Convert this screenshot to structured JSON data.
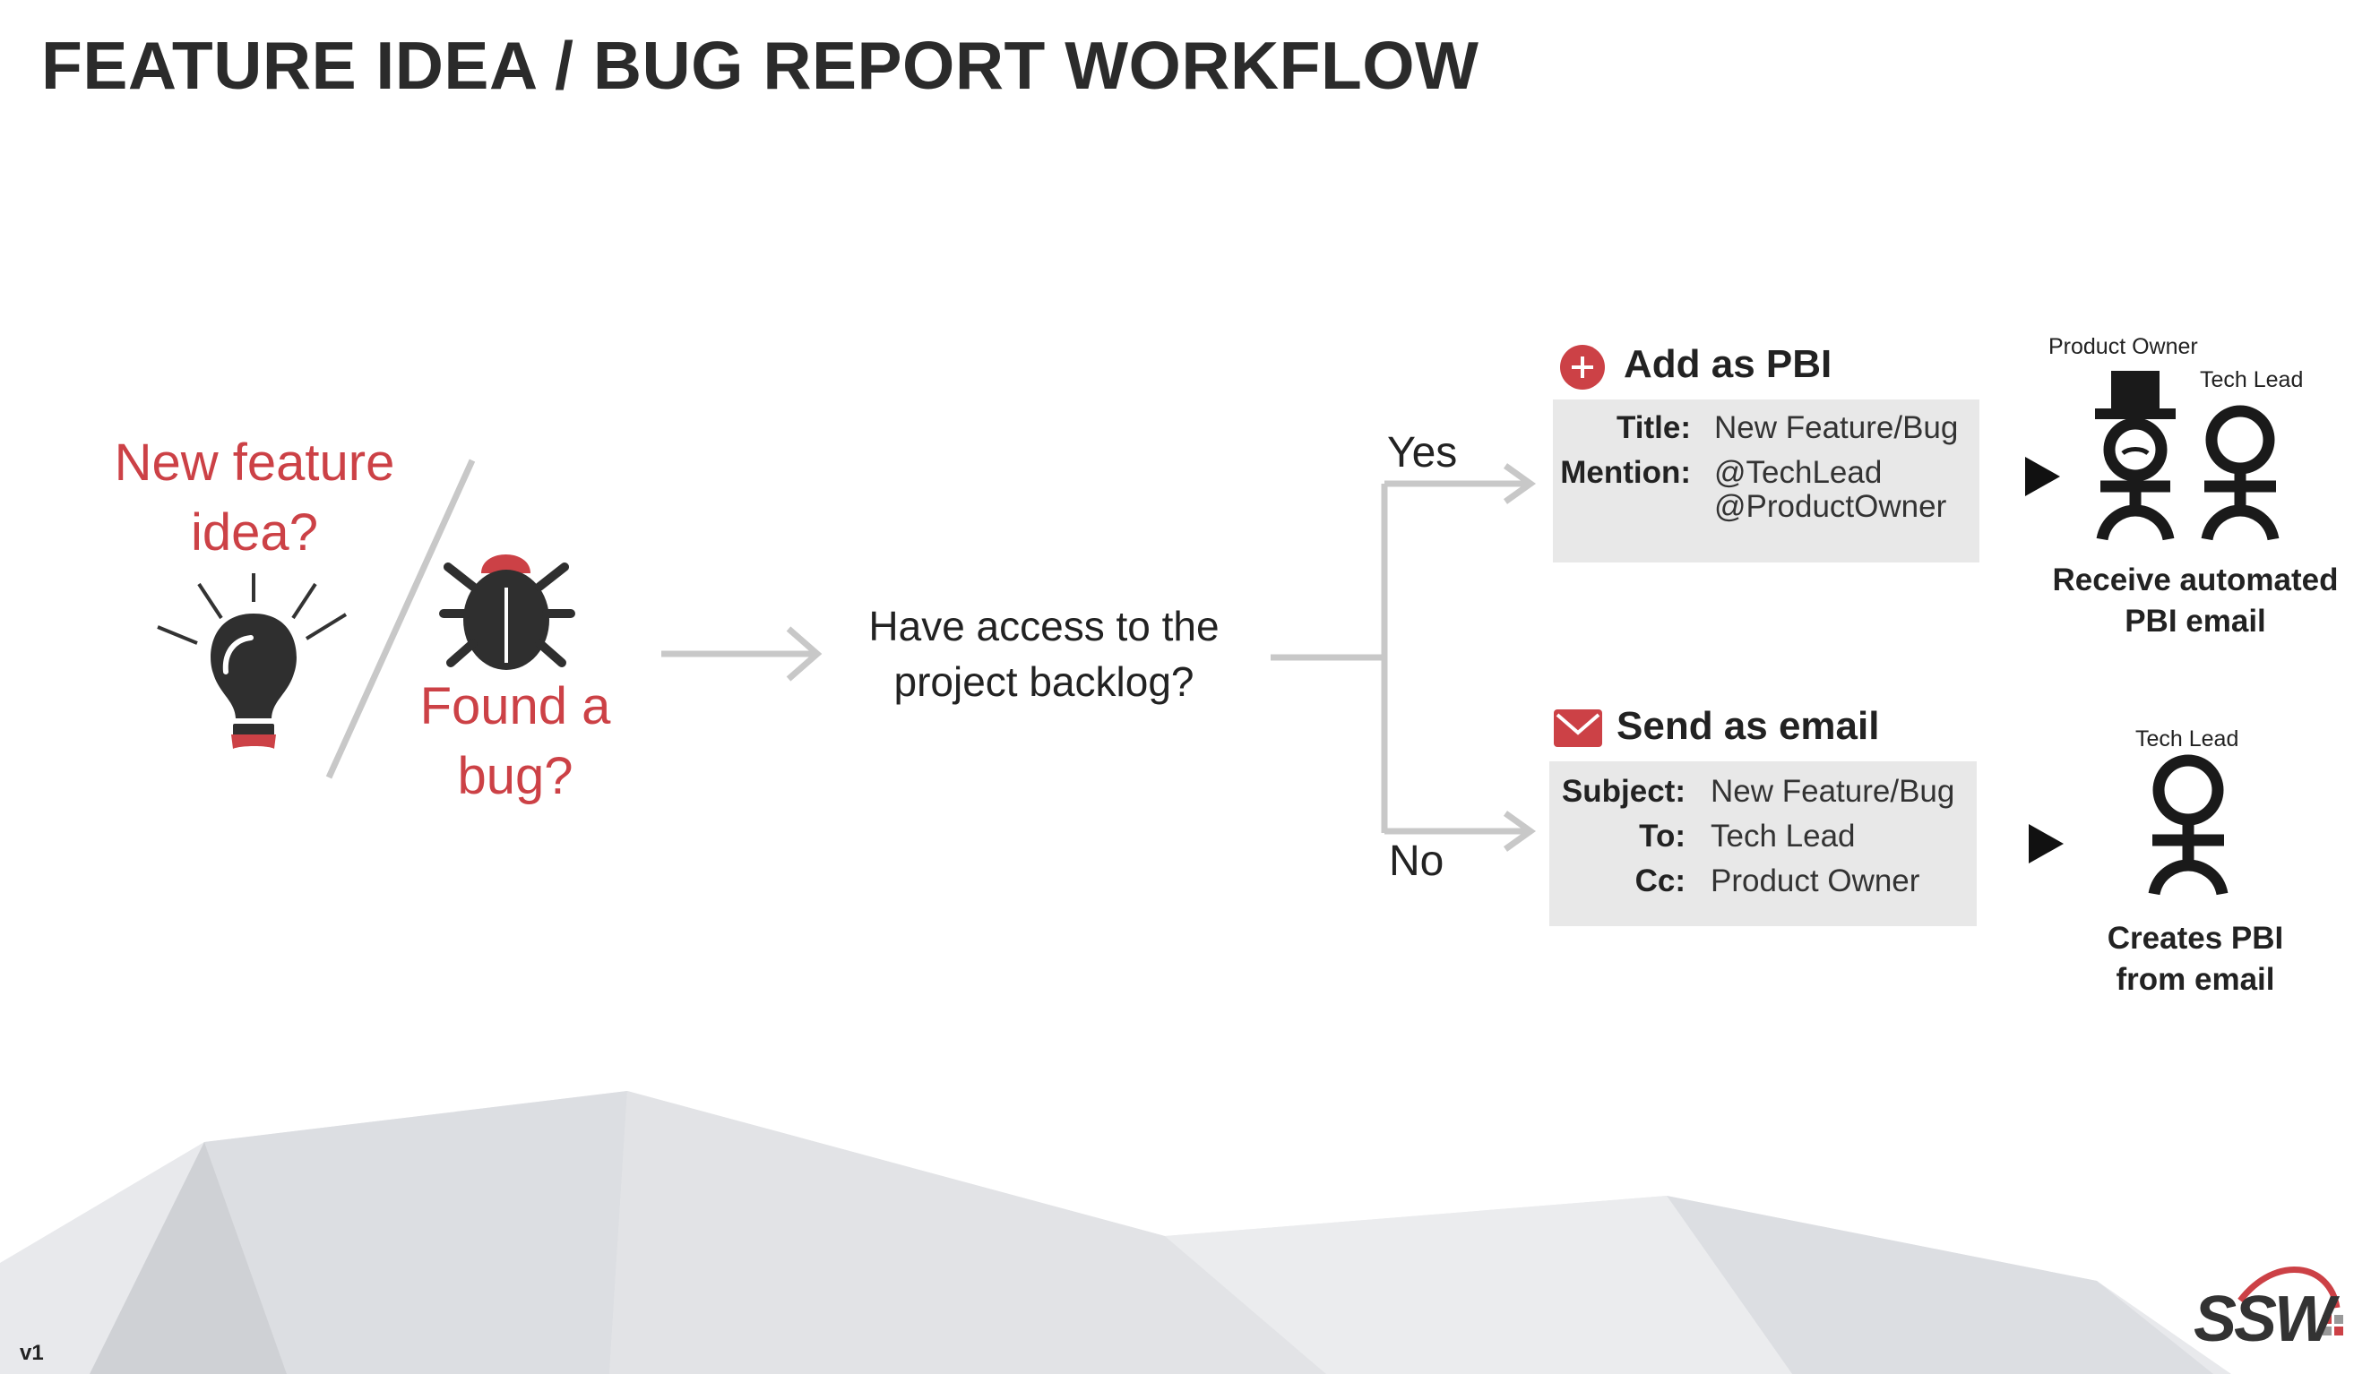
{
  "title": "FEATURE IDEA / BUG REPORT WORKFLOW",
  "left": {
    "feature_line1": "New feature",
    "feature_line2": "idea?",
    "bug_line1": "Found a",
    "bug_line2": "bug?"
  },
  "question": {
    "line1": "Have access to the",
    "line2": "project backlog?"
  },
  "branches": {
    "yes": "Yes",
    "no": "No"
  },
  "pbi": {
    "heading": "Add as PBI",
    "title_label": "Title:",
    "title_value": "New Feature/Bug",
    "mention_label": "Mention:",
    "mention_value_1": "@TechLead",
    "mention_value_2": "@ProductOwner"
  },
  "email": {
    "heading": "Send as email",
    "subject_label": "Subject:",
    "subject_value": "New Feature/Bug",
    "to_label": "To:",
    "to_value": "Tech Lead",
    "cc_label": "Cc:",
    "cc_value": "Product Owner"
  },
  "people": {
    "product_owner": "Product Owner",
    "tech_lead": "Tech Lead",
    "tech_lead_2": "Tech Lead",
    "receive_line1": "Receive automated",
    "receive_line2": "PBI email",
    "creates_line1": "Creates PBI",
    "creates_line2": "from email"
  },
  "footer": {
    "version": "v1",
    "logo": "SSW"
  },
  "colors": {
    "accent_red": "#cc4146",
    "dark": "#2b2b2b",
    "panel_gray": "#e8e8e8",
    "connector_gray": "#c8c8c8"
  },
  "icons": [
    "lightbulb-icon",
    "bug-icon",
    "plus-circle-icon",
    "envelope-icon",
    "person-top-hat-icon",
    "person-icon",
    "play-arrow-icon"
  ]
}
